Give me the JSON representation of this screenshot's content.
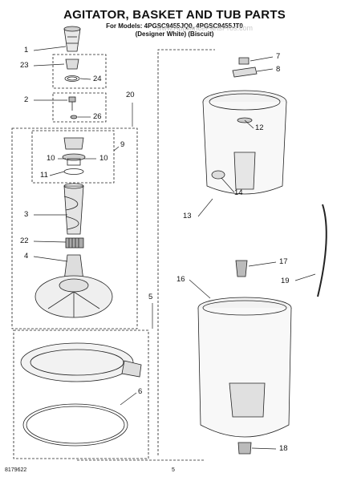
{
  "header": {
    "title": "AGITATOR, BASKET AND TUB PARTS",
    "models_line": "For Models: 4PGSC9455JQ0, 4PGSC9455JT0",
    "colors_line": "(Designer White)  (Biscuit)"
  },
  "watermark": "www.AppliancePartsPros.com",
  "footer": {
    "part_number": "8179622",
    "page_number": "5"
  },
  "callouts": [
    {
      "id": "c1",
      "label": "1"
    },
    {
      "id": "c23",
      "label": "23"
    },
    {
      "id": "c24",
      "label": "24"
    },
    {
      "id": "c2",
      "label": "2"
    },
    {
      "id": "c26",
      "label": "26"
    },
    {
      "id": "c20",
      "label": "20"
    },
    {
      "id": "c9",
      "label": "9"
    },
    {
      "id": "c10a",
      "label": "10"
    },
    {
      "id": "c10b",
      "label": "10"
    },
    {
      "id": "c11",
      "label": "11"
    },
    {
      "id": "c3",
      "label": "3"
    },
    {
      "id": "c22",
      "label": "22"
    },
    {
      "id": "c4",
      "label": "4"
    },
    {
      "id": "c5",
      "label": "5"
    },
    {
      "id": "c6",
      "label": "6"
    },
    {
      "id": "c7",
      "label": "7"
    },
    {
      "id": "c8",
      "label": "8"
    },
    {
      "id": "c12",
      "label": "12"
    },
    {
      "id": "c14",
      "label": "14"
    },
    {
      "id": "c13",
      "label": "13"
    },
    {
      "id": "c17",
      "label": "17"
    },
    {
      "id": "c19",
      "label": "19"
    },
    {
      "id": "c16",
      "label": "16"
    },
    {
      "id": "c18",
      "label": "18"
    }
  ]
}
